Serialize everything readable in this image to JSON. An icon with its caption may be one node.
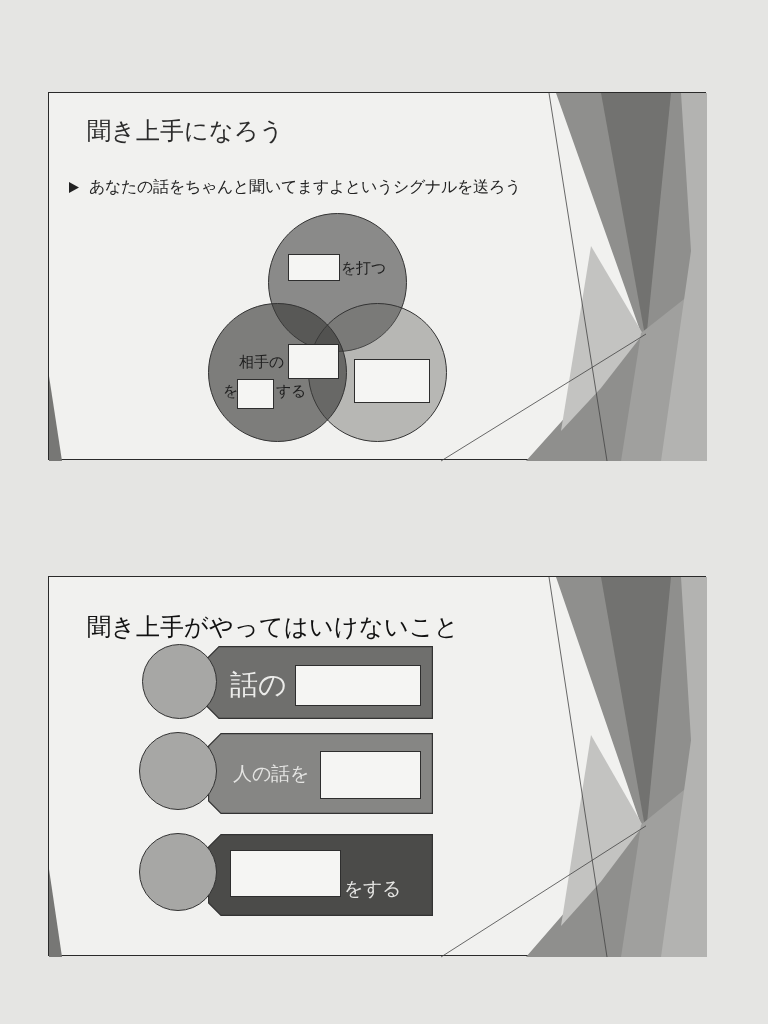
{
  "diagram": {
    "nodes": [
      {
        "text": [
          "聞き上手になろう",
          "あなたの話をちゃんと聞いてますよというシグナルを送ろう"
        ]
      },
      {
        "text": [
          "を打つ"
        ],
        "in": 0
      },
      {
        "text": [],
        "shape": "box",
        "in": 1
      },
      {
        "text": [
          "相手の",
          "を",
          "する"
        ],
        "in": 0
      },
      {
        "text": [],
        "shape": "box",
        "in": 3
      },
      {
        "text": [],
        "shape": "box",
        "in": 3
      },
      {
        "text": [],
        "shape": "circle",
        "in": 0
      },
      {
        "text": [],
        "shape": "box",
        "in": 6
      },
      {
        "text": [
          "聞き上手がやってはいけないこと"
        ]
      },
      {
        "text": [],
        "shape": "circle",
        "in": 8
      },
      {
        "text": [
          "話の"
        ],
        "in": 8
      },
      {
        "text": [],
        "shape": "box",
        "in": 10
      },
      {
        "text": [],
        "shape": "circle",
        "in": 8
      },
      {
        "text": [
          "人の話を"
        ],
        "in": 8
      },
      {
        "text": [],
        "shape": "box",
        "in": 13
      },
      {
        "text": [],
        "shape": "circle",
        "in": 8
      },
      {
        "text": [
          "をする"
        ],
        "in": 8
      },
      {
        "text": [],
        "shape": "box",
        "in": 16
      }
    ]
  }
}
